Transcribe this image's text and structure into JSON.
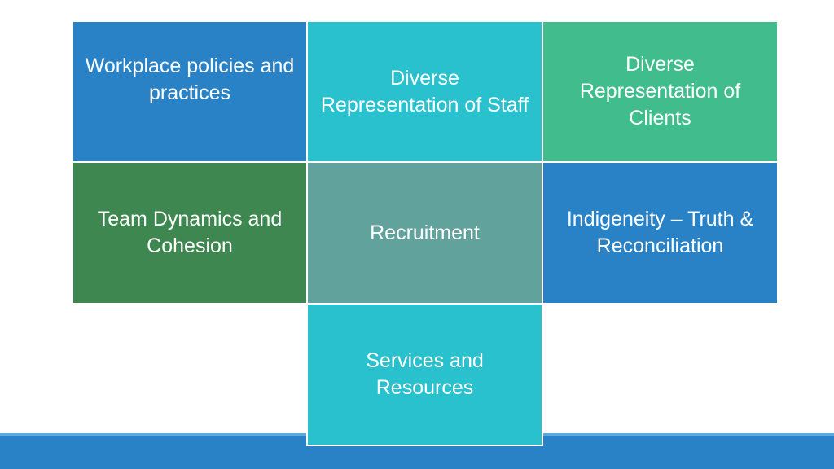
{
  "tiles": [
    {
      "id": "workplace",
      "text": "Workplace policies and practices",
      "color": "#2a82c6"
    },
    {
      "id": "staff",
      "text": "Diverse Representation of Staff",
      "color": "#28c1cd"
    },
    {
      "id": "clients",
      "text": "Diverse Representation of Clients",
      "color": "#41bd8d"
    },
    {
      "id": "team",
      "text": "Team Dynamics and Cohesion",
      "color": "#3e8750"
    },
    {
      "id": "recruit",
      "text": "Recruitment",
      "color": "#62a29d"
    },
    {
      "id": "indig",
      "text": "Indigeneity – Truth & Reconciliation",
      "color": "#2a82c6"
    },
    {
      "id": "services",
      "text": "Services and Resources",
      "color": "#28c1cd"
    }
  ],
  "colors": {
    "footer": "#2a82c6",
    "footer_accent": "#5aa9e0"
  }
}
